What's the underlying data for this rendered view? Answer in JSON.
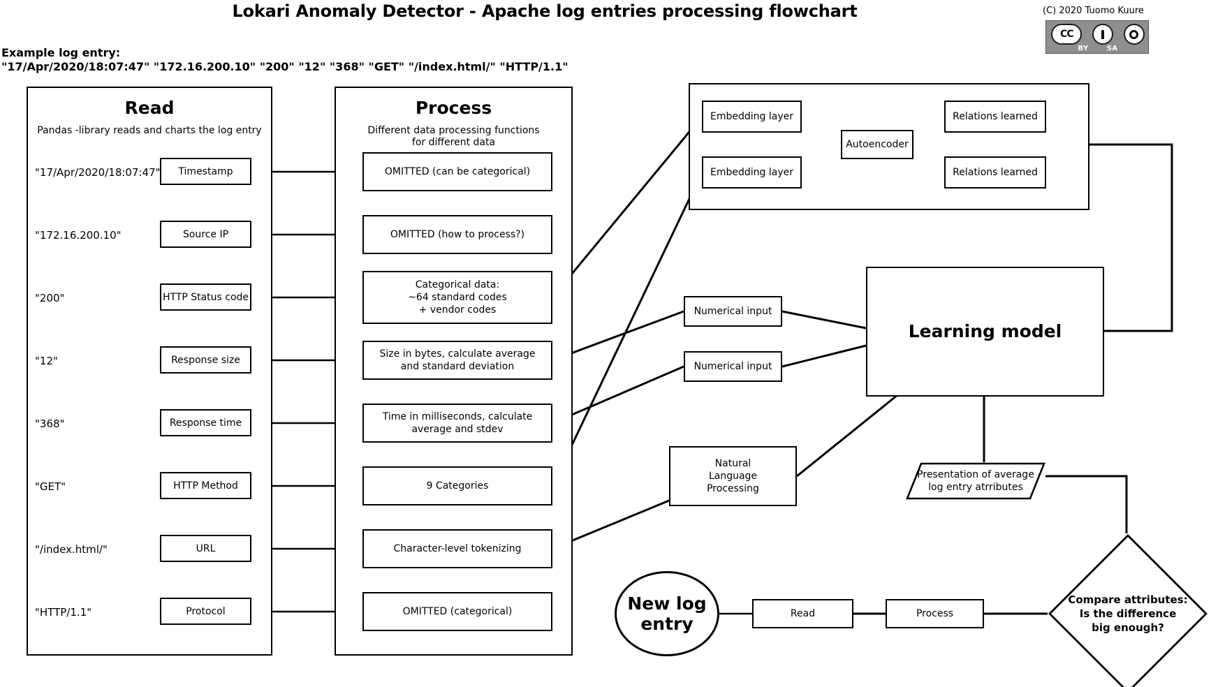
{
  "header": {
    "title": "Lokari Anomaly Detector - Apache log entries processing flowchart",
    "copyright": "(C) 2020 Tuomo Kuure",
    "license": {
      "cc": "CC",
      "by": "BY",
      "sa": "SA"
    },
    "example_label": "Example log entry:",
    "example_entry": "\"17/Apr/2020/18:07:47\" \"172.16.200.10\" \"200\" \"12\" \"368\" \"GET\" \"/index.html/\" \"HTTP/1.1\""
  },
  "read_panel": {
    "title": "Read",
    "subtitle": "Pandas -library reads and charts the log entry",
    "rows": [
      {
        "value": "\"17/Apr/2020/18:07:47\"",
        "field": "Timestamp"
      },
      {
        "value": "\"172.16.200.10\"",
        "field": "Source IP"
      },
      {
        "value": "\"200\"",
        "field": "HTTP Status code"
      },
      {
        "value": "\"12\"",
        "field": "Response size"
      },
      {
        "value": "\"368\"",
        "field": "Response time"
      },
      {
        "value": "\"GET\"",
        "field": "HTTP Method"
      },
      {
        "value": "\"/index.html/\"",
        "field": "URL"
      },
      {
        "value": "\"HTTP/1.1\"",
        "field": "Protocol"
      }
    ]
  },
  "process_panel": {
    "title": "Process",
    "subtitle": "Different data processing functions\nfor different data",
    "subtitle_line1": "Different data processing functions",
    "subtitle_line2": "for different data",
    "boxes": [
      {
        "text": "OMITTED (can be categorical)"
      },
      {
        "text": "OMITTED (how to process?)"
      },
      {
        "line1": "Categorical data:",
        "line2": "~64 standard codes",
        "line3": "+ vendor codes"
      },
      {
        "line1": "Size in bytes, calculate average",
        "line2": "and standard deviation"
      },
      {
        "line1": "Time in milliseconds, calculate",
        "line2": "average and stdev"
      },
      {
        "text": "9 Categories"
      },
      {
        "text": "Character-level tokenizing"
      },
      {
        "text": "OMITTED (categorical)"
      }
    ]
  },
  "autoencoder_group": {
    "embedding_1": "Embedding layer",
    "embedding_2": "Embedding layer",
    "autoencoder": "Autoencoder",
    "relations_1": "Relations learned",
    "relations_2": "Relations learned"
  },
  "model_section": {
    "numerical_input_1": "Numerical input",
    "numerical_input_2": "Numerical input",
    "learning_model": "Learning model",
    "nlp_line1": "Natural",
    "nlp_line2": "Language",
    "nlp_line3": "Processing",
    "presentation_line1": "Presentation of average",
    "presentation_line2": "log entry atrributes"
  },
  "bottom_flow": {
    "new_log_entry_line1": "New log",
    "new_log_entry_line2": "entry",
    "read": "Read",
    "process": "Process",
    "decision_line1": "Compare attributes:",
    "decision_line2": "Is the difference",
    "decision_line3": "big enough?"
  },
  "colors": {
    "stroke": "#000000",
    "background": "#ffffff",
    "badge_background": "#8f8f8f"
  }
}
